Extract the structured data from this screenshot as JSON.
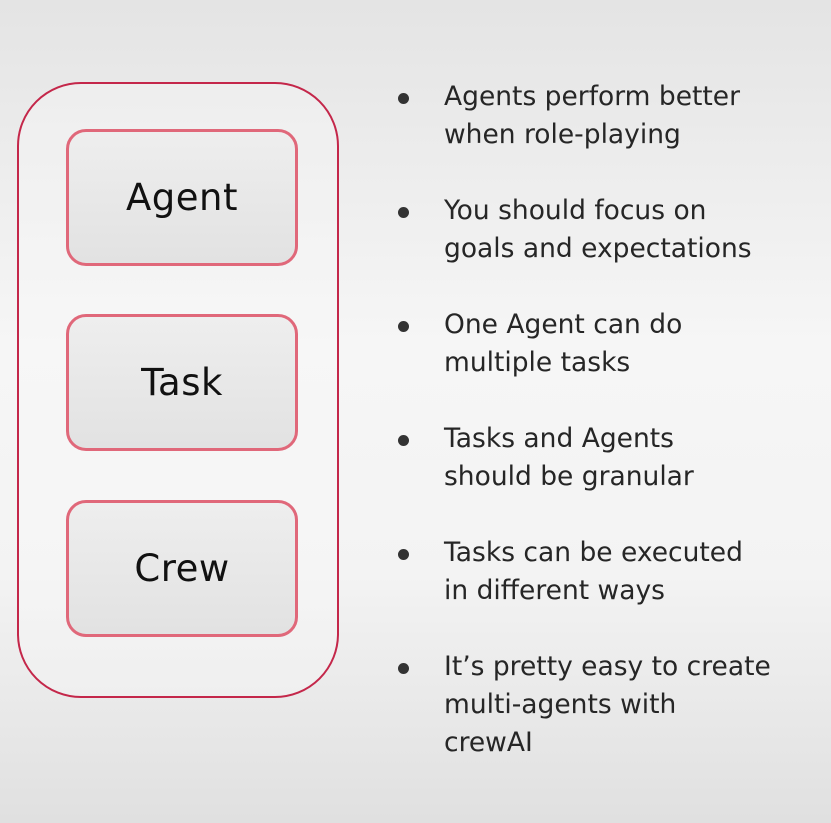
{
  "diagram": {
    "boxes": [
      {
        "label": "Agent"
      },
      {
        "label": "Task"
      },
      {
        "label": "Crew"
      }
    ]
  },
  "bullets": [
    {
      "lines": [
        "Agents perform better",
        "when role-playing"
      ]
    },
    {
      "lines": [
        "You should focus on",
        "goals and expectations"
      ]
    },
    {
      "lines": [
        "One Agent can do",
        "multiple tasks"
      ]
    },
    {
      "lines": [
        "Tasks and Agents",
        "should be granular"
      ]
    },
    {
      "lines": [
        "Tasks can be executed",
        "in different ways"
      ]
    },
    {
      "lines": [
        "It’s pretty easy to create",
        "multi-agents with",
        "crewAI"
      ]
    }
  ],
  "colors": {
    "outer_border": "#c4274a",
    "box_border": "#e0687a",
    "box_fill": "#e6e6e6"
  }
}
